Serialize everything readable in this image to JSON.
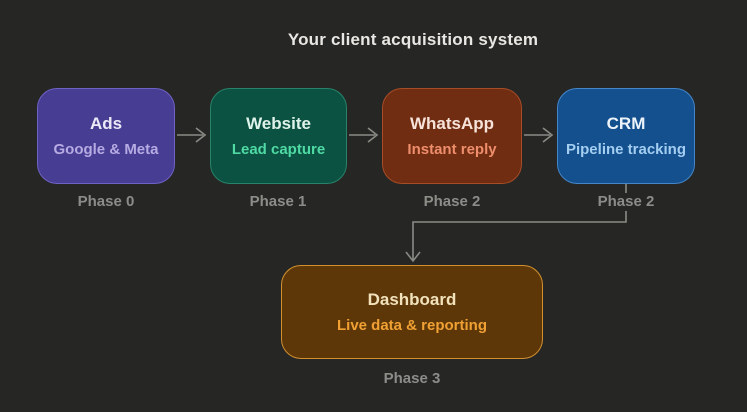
{
  "title": "Your client acquisition system",
  "flow": {
    "nodes": [
      {
        "id": "ads",
        "title": "Ads",
        "subtitle": "Google & Meta",
        "phase": "Phase 0",
        "bg": "#473d93",
        "border": "#6e62c5",
        "title_color": "#ece9f7",
        "subtitle_color": "#b6abe2"
      },
      {
        "id": "website",
        "title": "Website",
        "subtitle": "Lead capture",
        "phase": "Phase 1",
        "bg": "#0b5243",
        "border": "#27836a",
        "title_color": "#dff3ea",
        "subtitle_color": "#4fd9a3"
      },
      {
        "id": "whatsapp",
        "title": "WhatsApp",
        "subtitle": "Instant reply",
        "phase": "Phase 2",
        "bg": "#702d12",
        "border": "#a64c27",
        "title_color": "#f7e3da",
        "subtitle_color": "#ef8e6c"
      },
      {
        "id": "crm",
        "title": "CRM",
        "subtitle": "Pipeline tracking",
        "phase": "Phase 2",
        "bg": "#14508d",
        "border": "#4386ca",
        "title_color": "#edf3fa",
        "subtitle_color": "#a3cef2"
      },
      {
        "id": "dashboard",
        "title": "Dashboard",
        "subtitle": "Live data & reporting",
        "phase": "Phase 3",
        "bg": "#5e3708",
        "border": "#d3912e",
        "title_color": "#f1e2bb",
        "subtitle_color": "#f1a134"
      }
    ],
    "connector_color": "#8a8a85",
    "background_color": "#262624",
    "phase_label_color": "#8c8c89"
  }
}
